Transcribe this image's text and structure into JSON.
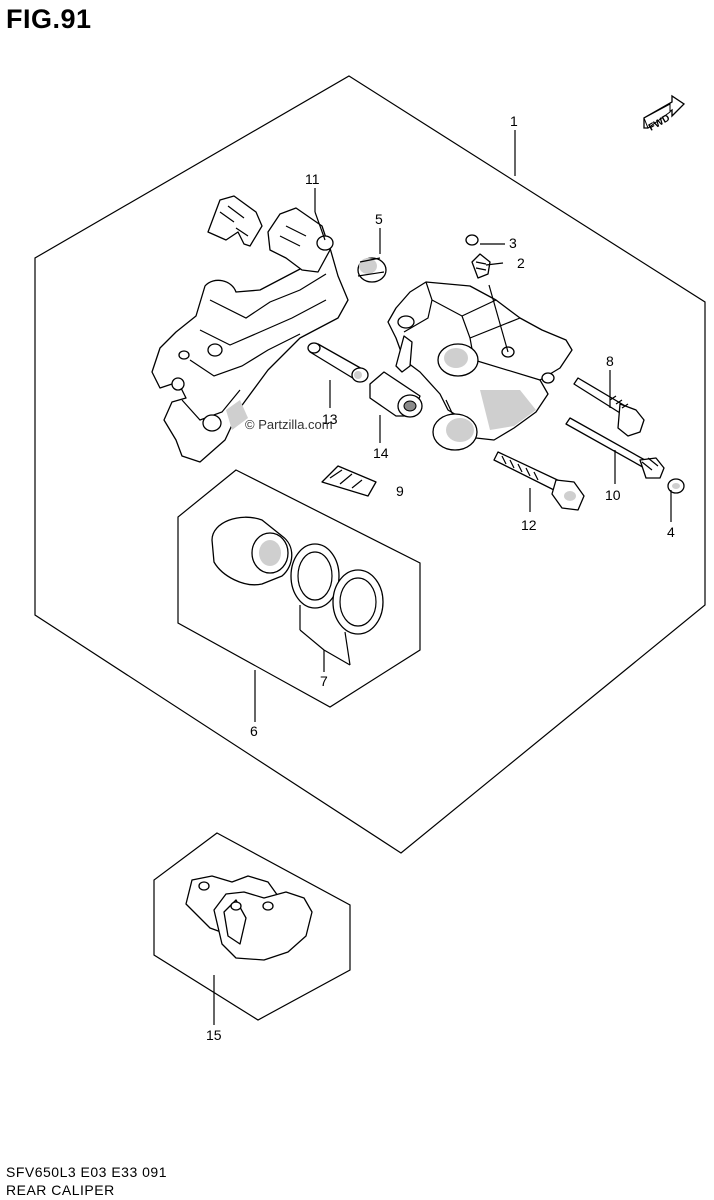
{
  "figure": {
    "title": "FIG.91",
    "footer_code": "SFV650L3  E03  E33  091",
    "footer_name": "REAR CALIPER",
    "watermark": "© Partzilla.com",
    "direction_badge": "FWD"
  },
  "callouts": [
    {
      "id": "c1",
      "label": "1"
    },
    {
      "id": "c2",
      "label": "2"
    },
    {
      "id": "c3",
      "label": "3"
    },
    {
      "id": "c4",
      "label": "4"
    },
    {
      "id": "c5",
      "label": "5"
    },
    {
      "id": "c6",
      "label": "6"
    },
    {
      "id": "c7",
      "label": "7"
    },
    {
      "id": "c8",
      "label": "8"
    },
    {
      "id": "c9",
      "label": "9"
    },
    {
      "id": "c10",
      "label": "10"
    },
    {
      "id": "c11",
      "label": "11"
    },
    {
      "id": "c12",
      "label": "12"
    },
    {
      "id": "c13",
      "label": "13"
    },
    {
      "id": "c14",
      "label": "14"
    },
    {
      "id": "c15",
      "label": "15"
    }
  ],
  "icons": {
    "direction": "fwd-arrow-icon"
  }
}
